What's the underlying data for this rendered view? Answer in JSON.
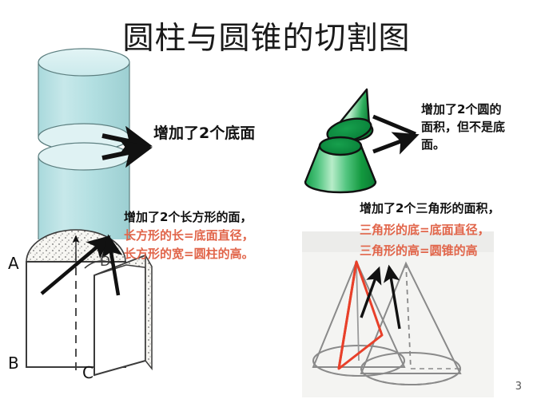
{
  "slide": {
    "title": "圆柱与圆锥的切割图",
    "page_number": "3",
    "background_color": "#ffffff"
  },
  "colors": {
    "cylinder_body": "#b3e0e2",
    "cylinder_cut_face": "#d9f0f1",
    "cylinder_outline": "#5d7f80",
    "cone_green_dark": "#0f9343",
    "cone_green_light": "#a8e8bf",
    "cone_cut_face": "#0c8a3f",
    "cone_outline": "#111111",
    "pink_text": "#e1654a",
    "black_text": "#111111",
    "arrow": "#111111",
    "photo_background": "#f2f2f0",
    "photo_line": "#8a8a8a",
    "triangle_red": "#e8402a",
    "sketch_line": "#3b3b3b"
  },
  "annotations": {
    "cylinder_top": {
      "lines": [
        "增加了2个底面"
      ]
    },
    "cone_top": {
      "lines": [
        "增加了2个圆的",
        "面积，但不是底",
        "面。"
      ]
    },
    "cylinder_bottom": {
      "line_black": "增加了2个长方形的面，",
      "line_pink_1": "长方形的长=底面直径，",
      "line_pink_2": "长方形的宽=圆柱的高。"
    },
    "cone_bottom": {
      "line_black": "增加了2个三角形的面积，",
      "line_pink_1": "三角形的底=底面直径，",
      "line_pink_2": "三角形的高=圆锥的高"
    }
  },
  "figures": {
    "cylinder_split": {
      "name": "split-cylinder",
      "description": "pale cyan cylinder cut into two halves showing two elliptical base faces"
    },
    "cone_split": {
      "name": "split-cone",
      "description": "green cone cut into a small top cone and a frustum showing two circular faces"
    },
    "cylinder_sketch": {
      "name": "half-cylinder-sketch",
      "vertex_labels": [
        "A",
        "B",
        "C",
        "D"
      ]
    },
    "cone_photo": {
      "name": "cone-cross-section-photo",
      "description": "two grey cones, the left one with a red triangular cross-section"
    }
  }
}
